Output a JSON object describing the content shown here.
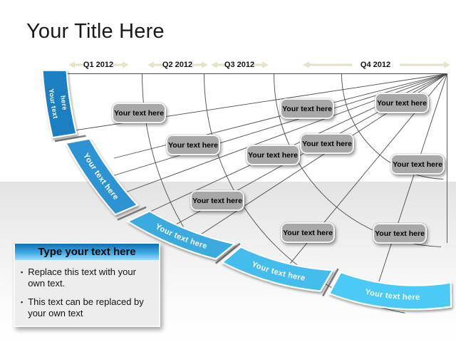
{
  "slide": {
    "title": "Your Title Here"
  },
  "timeline": {
    "quarters": [
      {
        "label": "Q1 2012"
      },
      {
        "label": "Q2 2012"
      },
      {
        "label": "Q3 2012"
      },
      {
        "label": "Q4 2012"
      }
    ]
  },
  "diagram": {
    "bands": [
      {
        "label": "Your text here",
        "color": "#1e7fc2"
      },
      {
        "label": "Your text here",
        "color": "#2d93d2"
      },
      {
        "label": "Your text here",
        "color": "#3aaade"
      },
      {
        "label": "Your text here",
        "color": "#44bdec"
      },
      {
        "label": "Your text here",
        "color": "#4ccaf5"
      }
    ],
    "boxes": [
      {
        "label": "Your text here"
      },
      {
        "label": "Your text here"
      },
      {
        "label": "Your text here"
      },
      {
        "label": "Your text here"
      },
      {
        "label": "Your text here"
      },
      {
        "label": "Your text here"
      },
      {
        "label": "Your text here"
      },
      {
        "label": "Your text here"
      },
      {
        "label": "Your text here"
      },
      {
        "label": "Your text here"
      }
    ]
  },
  "callout": {
    "header": "Type your text here",
    "bullet_char": "▪",
    "bullets": [
      "Replace this text with your own text.",
      "This text can be replaced by your own text"
    ]
  },
  "colors": {
    "header_gradient": [
      "#1070b0",
      "#3fa9e4",
      "#9edcf9"
    ],
    "arrow": "#e6e2c9",
    "grid_line": "#4a4a4a",
    "box_fill": "#a8a8a8",
    "box_border": "#f4f4f4",
    "band_border": "#ffffff",
    "band_text": "#ffffff",
    "bg_band_top": "#e3e3e3",
    "callout_body_bg": "#ededed"
  }
}
